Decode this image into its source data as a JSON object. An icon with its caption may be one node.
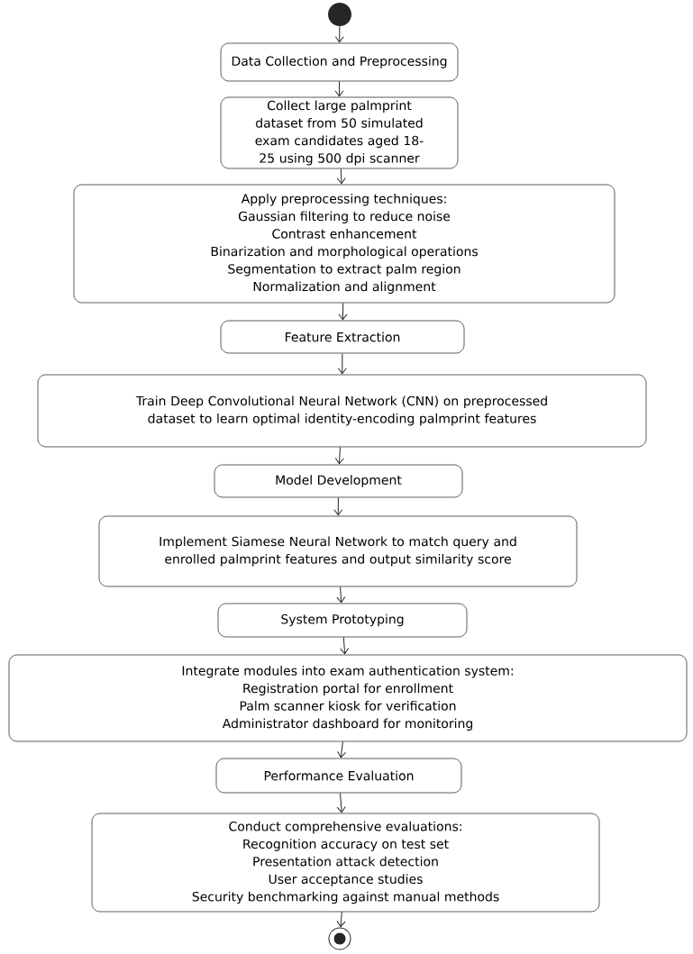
{
  "diagram": {
    "nodes": [
      {
        "text": [],
        "shape": "circle"
      },
      {
        "text": [
          "Data Collection and Preprocessing"
        ]
      },
      {
        "text": [
          "Collect large palmprint dataset from 50 simulated exam candidates aged 18-25 using 500 dpi scanner"
        ]
      },
      {
        "text": [
          "Apply preprocessing techniques:",
          "Gaussian filtering to reduce noise",
          "Contrast enhancement",
          "Binarization and morphological operations",
          "Segmentation to extract palm region",
          "Normalization and alignment"
        ]
      },
      {
        "text": [
          "Feature Extraction"
        ]
      },
      {
        "text": [
          "Train Deep Convolutional Neural Network (CNN) on preprocessed dataset to learn optimal identity-encoding palmprint features"
        ]
      },
      {
        "text": [
          "Model Development"
        ]
      },
      {
        "text": [
          "Implement Siamese Neural Network to match query and enrolled palmprint features and output similarity score"
        ]
      },
      {
        "text": [
          "System Prototyping"
        ]
      },
      {
        "text": [
          "Integrate modules into exam authentication system:",
          "Registration portal for enrollment",
          "Palm scanner kiosk for verification",
          "Administrator dashboard for monitoring"
        ]
      },
      {
        "text": [
          "Performance Evaluation"
        ]
      },
      {
        "text": [
          "Conduct comprehensive evaluations:",
          "Recognition accuracy on test set",
          "Presentation attack detection",
          "User acceptance studies",
          "Security benchmarking against manual methods"
        ]
      },
      {
        "text": [],
        "shape": "bullseye"
      }
    ],
    "edges": [
      {
        "from": 0,
        "to": 1,
        "arrow": "to"
      },
      {
        "from": 1,
        "to": 2,
        "arrow": "to"
      },
      {
        "from": 2,
        "to": 3,
        "arrow": "to"
      },
      {
        "from": 3,
        "to": 4,
        "arrow": "to"
      },
      {
        "from": 4,
        "to": 5,
        "arrow": "to"
      },
      {
        "from": 5,
        "to": 6,
        "arrow": "to"
      },
      {
        "from": 6,
        "to": 7,
        "arrow": "to"
      },
      {
        "from": 7,
        "to": 8,
        "arrow": "to"
      },
      {
        "from": 8,
        "to": 9,
        "arrow": "to"
      },
      {
        "from": 9,
        "to": 10,
        "arrow": "to"
      },
      {
        "from": 10,
        "to": 11,
        "arrow": "to"
      },
      {
        "from": 11,
        "to": 12,
        "arrow": "to"
      }
    ]
  }
}
